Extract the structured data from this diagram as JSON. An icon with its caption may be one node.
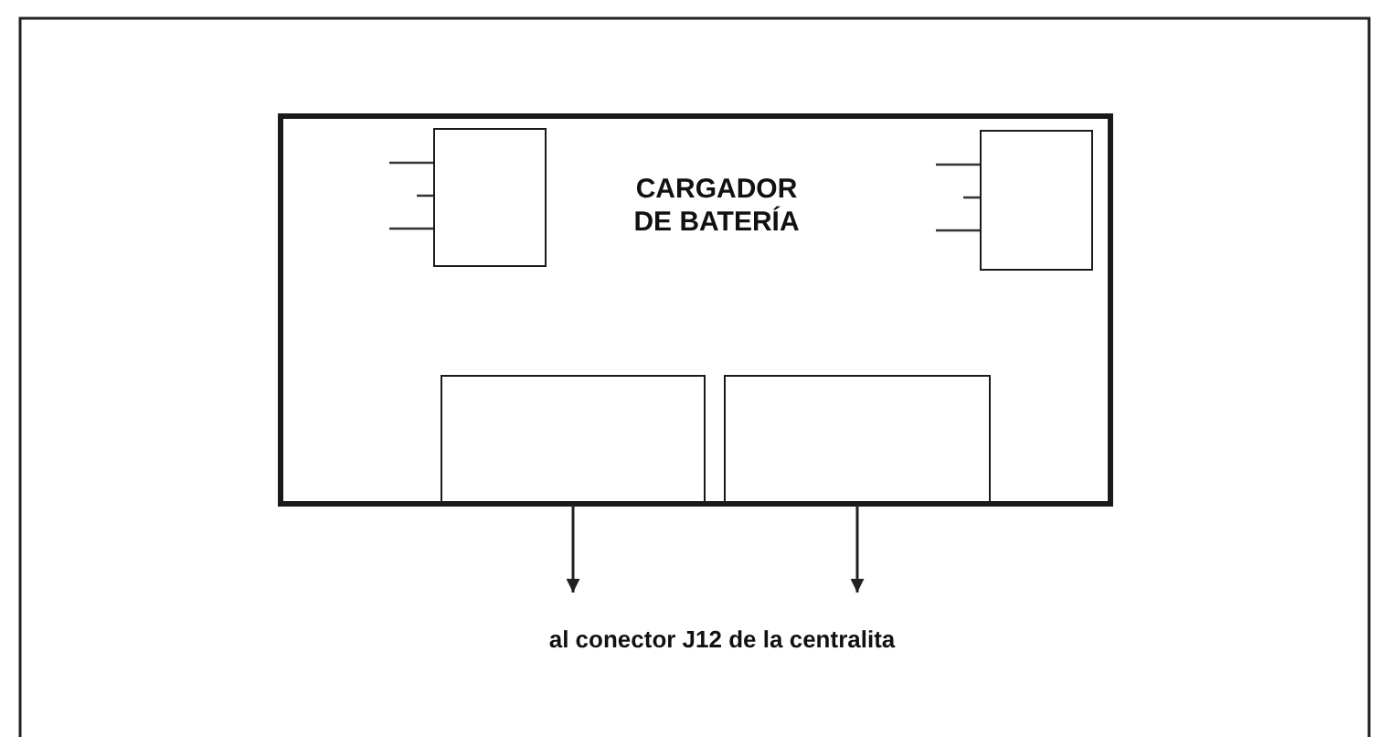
{
  "diagram": {
    "nodes": [
      {
        "text": [
          "CARGADOR DE BATERÍA"
        ]
      },
      {
        "text": [],
        "shape": "box",
        "in": 0
      },
      {
        "text": [],
        "shape": "box",
        "in": 0
      },
      {
        "text": [],
        "shape": "box",
        "in": 0
      },
      {
        "text": [],
        "shape": "box",
        "in": 0
      },
      {
        "text": [
          "al conector J12 de la centralita"
        ]
      }
    ],
    "edges": [
      {
        "from": 3,
        "to": 5,
        "arrow": "to"
      },
      {
        "from": 4,
        "to": 5,
        "arrow": "to"
      }
    ]
  }
}
